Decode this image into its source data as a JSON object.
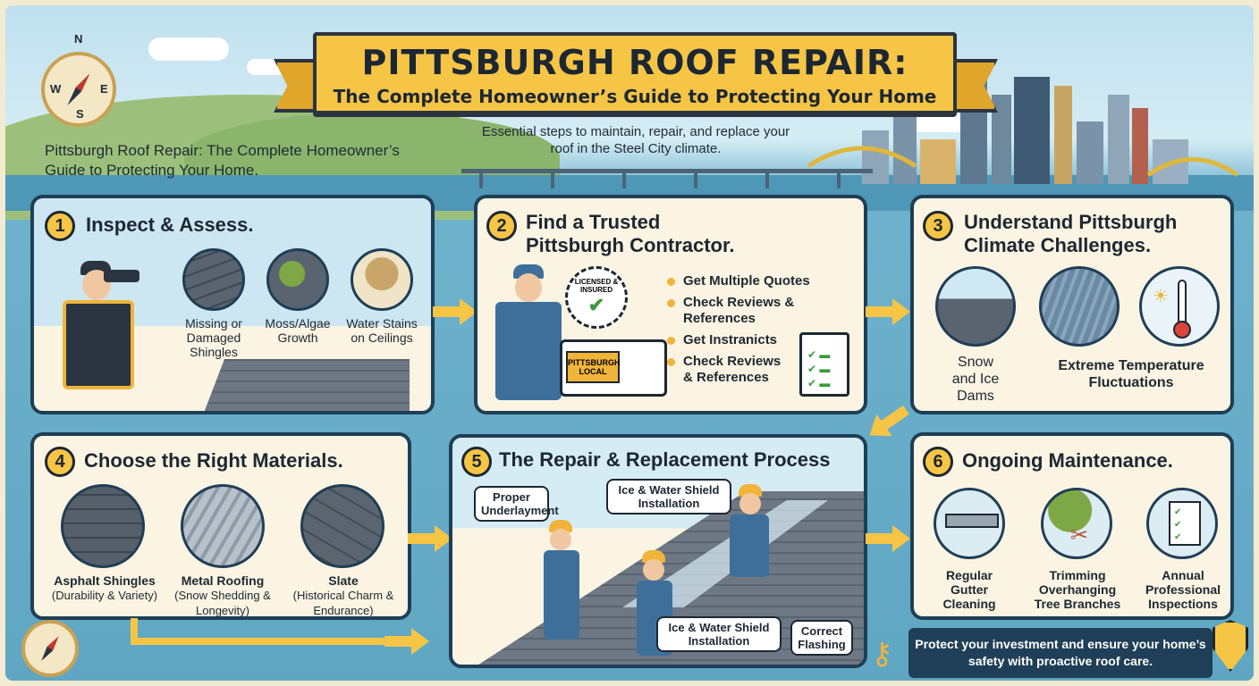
{
  "header": {
    "title": "PITTSBURGH ROOF REPAIR:",
    "subtitle": "The Complete Homeowner’s Guide to Protecting Your Home",
    "tagline": "Essential steps to maintain, repair, and replace your roof in the Steel City climate.",
    "left_title": "Pittsburgh Roof Repair: The Complete Homeowner’s Guide to Protecting Your Home."
  },
  "compass": {
    "north": "N",
    "south": "S",
    "east": "E",
    "west": "W"
  },
  "steps": [
    {
      "number": "1",
      "title": "Inspect & Assess.",
      "items": [
        "Missing or Damaged Shingles",
        "Moss/Algae Growth",
        "Water Stains on Ceilings"
      ]
    },
    {
      "number": "2",
      "title": "Find a Trusted Pittsburgh Contractor.",
      "badge": "LICENSED & INSURED",
      "van_label": "PITTSBURGH LOCAL",
      "bullets": [
        "Get Multiple Quotes",
        "Check Reviews & References",
        "Get Instranicts",
        "Check Reviews & References"
      ]
    },
    {
      "number": "3",
      "title": "Understand Pittsburgh Climate Challenges.",
      "items": [
        "Snow and Ice Dams",
        "Extreme Temperature Fluctuations"
      ]
    },
    {
      "number": "4",
      "title": "Choose the Right Materials.",
      "materials": [
        {
          "name": "Asphalt Shingles",
          "desc": "(Durability & Variety)"
        },
        {
          "name": "Metal Roofing",
          "desc": "(Snow Shedding & Longevity)"
        },
        {
          "name": "Slate",
          "desc": "(Historical Charm & Endurance)"
        }
      ]
    },
    {
      "number": "5",
      "title": "The Repair & Replacement Process",
      "callouts": [
        "Proper Underlayment",
        "Ice & Water Shield Installation",
        "Ice & Water Shield Installation",
        "Correct Flashing"
      ]
    },
    {
      "number": "6",
      "title": "Ongoing Maintenance.",
      "items": [
        "Regular Gutter Cleaning",
        "Trimming Overhanging Tree Branches",
        "Annual Professional Inspections"
      ]
    }
  ],
  "footer": "Protect your investment and ensure your home’s safety with proactive roof care.",
  "colors": {
    "accent": "#f6c545",
    "navy": "#1f3e57",
    "card": "#fbf4e2"
  }
}
